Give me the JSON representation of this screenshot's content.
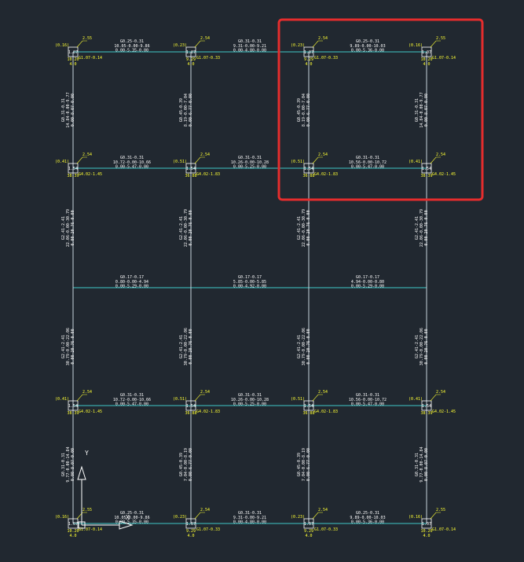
{
  "colors": {
    "background": "#212830",
    "beam_x": "#3fc8c8",
    "beam_y": "#c8d4dc",
    "text": "#ffffff",
    "annotation": "#ffff33",
    "highlight": "#e52d2d"
  },
  "grid": {
    "cols": 4,
    "rows": 5
  },
  "beams_x": [
    {
      "col": 0,
      "row": 0,
      "l1": "G0.25-0.31",
      "l2": "10.05-0.00-9.86",
      "l3": "0.00-5.35-0.00"
    },
    {
      "col": 1,
      "row": 0,
      "l1": "G0.31-0.31",
      "l2": "9.31-0.00-9.21",
      "l3": "0.00-4.80-0.00"
    },
    {
      "col": 2,
      "row": 0,
      "l1": "G0.25-0.31",
      "l2": "9.89-0.00-10.03",
      "l3": "0.00-5.36-0.00"
    },
    {
      "col": 0,
      "row": 1,
      "l1": "G0.31-0.31",
      "l2": "10.72-0.00-10.66",
      "l3": "0.00-5.47-0.00"
    },
    {
      "col": 1,
      "row": 1,
      "l1": "G0.31-0.31",
      "l2": "10.26-0.00-10.28",
      "l3": "0.00-5.25-0.00"
    },
    {
      "col": 2,
      "row": 1,
      "l1": "G0.31-0.31",
      "l2": "10.56-0.00-10.72",
      "l3": "0.00-5.47-0.00"
    },
    {
      "col": 0,
      "row": 2,
      "l1": "G0.17-0.17",
      "l2": "0.80-0.00-4.94",
      "l3": "0.00-5.29-0.00"
    },
    {
      "col": 1,
      "row": 2,
      "l1": "G0.17-0.17",
      "l2": "5.85-0.00-5.85",
      "l3": "0.00-4.92-0.00"
    },
    {
      "col": 2,
      "row": 2,
      "l1": "G0.17-0.17",
      "l2": "4.94-0.00-0.80",
      "l3": "0.00-5.29-0.00"
    },
    {
      "col": 0,
      "row": 3,
      "l1": "G0.31-0.31",
      "l2": "10.72-0.00-10.66",
      "l3": "0.00-5.47-0.00"
    },
    {
      "col": 1,
      "row": 3,
      "l1": "G0.31-0.31",
      "l2": "10.26-0.00-10.28",
      "l3": "0.00-5.25-0.00"
    },
    {
      "col": 2,
      "row": 3,
      "l1": "G0.31-0.31",
      "l2": "10.56-0.00-10.72",
      "l3": "0.00-5.47-0.00"
    },
    {
      "col": 0,
      "row": 4,
      "l1": "G0.25-0.31",
      "l2": "10.05-0.00-9.86",
      "l3": "0.00-5.35-0.00"
    },
    {
      "col": 1,
      "row": 4,
      "l1": "G0.31-0.31",
      "l2": "9.31-0.00-9.21",
      "l3": "0.00-4.80-0.00"
    },
    {
      "col": 2,
      "row": 4,
      "l1": "G0.25-0.31",
      "l2": "9.89-0.00-10.03",
      "l3": "0.00-5.36-0.00"
    }
  ],
  "beams_y": [
    {
      "col": 0,
      "row": 0,
      "l1": "G0.31-0.31",
      "l2": "14.84-0.00-9.77",
      "l3": "0.00-8.07-0.00"
    },
    {
      "col": 1,
      "row": 0,
      "l1": "G0.45-0.39",
      "l2": "8.19-0.00-7.04",
      "l3": "0.00-6.77-0.00"
    },
    {
      "col": 2,
      "row": 0,
      "l1": "G0.45-0.39",
      "l2": "8.19-0.00-7.04",
      "l3": "0.00-6.77-0.00"
    },
    {
      "col": 3,
      "row": 0,
      "l1": "G0.31-0.31",
      "l2": "14.84-0.00-9.77",
      "l3": "0.00-8.07-0.00"
    },
    {
      "col": 0,
      "row": 1,
      "l1": "G2.41-2.41",
      "l2": "22.06-0.00-30.79",
      "l3": "0.00-20.76-0.00"
    },
    {
      "col": 1,
      "row": 1,
      "l1": "G2.41-2.41",
      "l2": "22.06-0.00-30.79",
      "l3": "0.00-20.76-0.00"
    },
    {
      "col": 2,
      "row": 1,
      "l1": "G2.41-2.41",
      "l2": "22.06-0.00-30.79",
      "l3": "0.00-20.76-0.00"
    },
    {
      "col": 3,
      "row": 1,
      "l1": "G2.41-2.41",
      "l2": "22.06-0.00-30.79",
      "l3": "0.00-20.76-0.00"
    },
    {
      "col": 0,
      "row": 2,
      "l1": "G2.41-2.41",
      "l2": "30.79-0.00-22.06",
      "l3": "0.00-20.76-0.00"
    },
    {
      "col": 1,
      "row": 2,
      "l1": "G2.41-2.41",
      "l2": "30.79-0.00-22.06",
      "l3": "0.00-20.76-0.00"
    },
    {
      "col": 2,
      "row": 2,
      "l1": "G2.41-2.41",
      "l2": "30.79-0.00-22.06",
      "l3": "0.00-20.76-0.00"
    },
    {
      "col": 3,
      "row": 2,
      "l1": "G2.41-2.41",
      "l2": "30.79-0.00-22.06",
      "l3": "0.00-20.76-0.00"
    },
    {
      "col": 0,
      "row": 3,
      "l1": "G0.31-0.31",
      "l2": "9.77-0.00-14.84",
      "l3": "0.00-8.07-0.00"
    },
    {
      "col": 1,
      "row": 3,
      "l1": "G0.45-0.39",
      "l2": "7.04-0.00-8.19",
      "l3": "0.00-6.77-0.00"
    },
    {
      "col": 2,
      "row": 3,
      "l1": "G0.45-0.39",
      "l2": "7.04-0.00-8.19",
      "l3": "0.00-6.77-0.00"
    },
    {
      "col": 3,
      "row": 3,
      "l1": "G0.31-0.31",
      "l2": "9.77-0.00-14.84",
      "l3": "0.00-8.07-0.00"
    }
  ],
  "columns": [
    {
      "col": 0,
      "row": 0,
      "tag": "(0.16)",
      "code": "1.07",
      "top": "2.55",
      "side": "G1.07-0.14",
      "bot": "10.20",
      "sub": "4.0"
    },
    {
      "col": 1,
      "row": 0,
      "tag": "(0.23)",
      "code": "1.07",
      "top": "2.54",
      "side": "G1.07-0.33",
      "bot": "9.29",
      "sub": "4.0"
    },
    {
      "col": 2,
      "row": 0,
      "tag": "(0.23)",
      "code": "1.07",
      "top": "2.54",
      "side": "G1.07-0.33",
      "bot": "9.29",
      "sub": "4.0"
    },
    {
      "col": 3,
      "row": 0,
      "tag": "(0.16)",
      "code": "1.07",
      "top": "2.55",
      "side": "G1.07-0.14",
      "bot": "10.20",
      "sub": "4.0"
    },
    {
      "col": 0,
      "row": 1,
      "tag": "(0.41)",
      "code": "1.54",
      "top": "2.54",
      "side": "G4.02-1.45",
      "bot": "38.39",
      "sub": ""
    },
    {
      "col": 1,
      "row": 1,
      "tag": "(0.51)",
      "code": "1.54",
      "top": "2.54",
      "side": "G4.02-1.83",
      "bot": "36.88",
      "sub": ""
    },
    {
      "col": 2,
      "row": 1,
      "tag": "(0.51)",
      "code": "1.54",
      "top": "2.54",
      "side": "G4.02-1.83",
      "bot": "36.88",
      "sub": ""
    },
    {
      "col": 3,
      "row": 1,
      "tag": "(0.41)",
      "code": "1.54",
      "top": "2.54",
      "side": "G4.02-1.45",
      "bot": "38.39",
      "sub": ""
    },
    {
      "col": 0,
      "row": 3,
      "tag": "(0.41)",
      "code": "1.54",
      "top": "2.54",
      "side": "G4.02-1.45",
      "bot": "38.39",
      "sub": ""
    },
    {
      "col": 1,
      "row": 3,
      "tag": "(0.51)",
      "code": "1.54",
      "top": "2.54",
      "side": "G4.02-1.83",
      "bot": "36.88",
      "sub": ""
    },
    {
      "col": 2,
      "row": 3,
      "tag": "(0.51)",
      "code": "1.54",
      "top": "2.54",
      "side": "G4.02-1.83",
      "bot": "36.88",
      "sub": ""
    },
    {
      "col": 3,
      "row": 3,
      "tag": "(0.41)",
      "code": "1.54",
      "top": "2.54",
      "side": "G4.02-1.45",
      "bot": "38.39",
      "sub": ""
    },
    {
      "col": 0,
      "row": 4,
      "tag": "(0.16)",
      "code": "1.07",
      "top": "2.55",
      "side": "G1.07-0.14",
      "bot": "10.20",
      "sub": "4.0"
    },
    {
      "col": 1,
      "row": 4,
      "tag": "(0.23)",
      "code": "1.07",
      "top": "2.54",
      "side": "G1.07-0.33",
      "bot": "9.29",
      "sub": "4.0"
    },
    {
      "col": 2,
      "row": 4,
      "tag": "(0.23)",
      "code": "1.07",
      "top": "2.54",
      "side": "G1.07-0.33",
      "bot": "9.29",
      "sub": "4.0"
    },
    {
      "col": 3,
      "row": 4,
      "tag": "(0.16)",
      "code": "1.07",
      "top": "2.55",
      "side": "G1.07-0.14",
      "bot": "10.20",
      "sub": "4.0"
    }
  ],
  "ucs": {
    "x_label": "X",
    "y_label": "Y"
  }
}
